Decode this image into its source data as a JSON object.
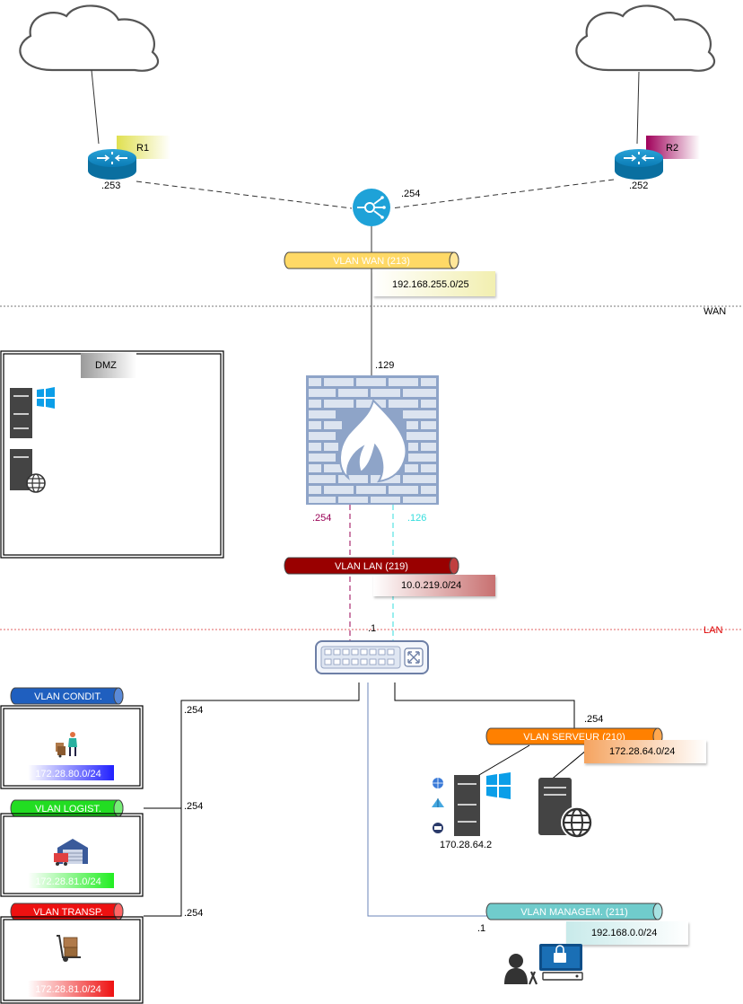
{
  "routers": {
    "r1": {
      "label": "R1",
      "ip": ".253",
      "tag_color": "#e8e86a"
    },
    "r2": {
      "label": "R2",
      "ip": ".252",
      "tag_color": "#a0005a"
    }
  },
  "hub": {
    "ip": ".254"
  },
  "vlan_wan": {
    "label": "VLAN WAN (213)",
    "subnet": "192.168.255.0/25",
    "color": "#ffd966"
  },
  "zones": {
    "wan_label": "WAN",
    "lan_label": "LAN"
  },
  "firewall": {
    "wan_ip": ".129",
    "lan_ip": ".254",
    "mgmt_ip": ".126"
  },
  "dmz": {
    "label": "DMZ"
  },
  "vlan_lan": {
    "label": "VLAN LAN (219)",
    "subnet": "10.0.219.0/24",
    "color": "#990000"
  },
  "switch": {
    "ip": ".1"
  },
  "vlans_left": [
    {
      "label": "VLAN CONDIT.",
      "subnet": "172.28.80.0/24",
      "gateway": ".254",
      "color": "#1f5fbf"
    },
    {
      "label": "VLAN LOGIST.",
      "subnet": "172.28.81.0/24",
      "gateway": ".254",
      "color": "#22dd22"
    },
    {
      "label": "VLAN TRANSP.",
      "subnet": "172.28.81.0/24",
      "gateway": ".254",
      "color": "#ee1111"
    }
  ],
  "vlan_serveur": {
    "label": "VLAN SERVEUR (210)",
    "subnet": "172.28.64.0/24",
    "gateway": ".254",
    "server_ip": "170.28.64.2",
    "color": "#ff8000"
  },
  "vlan_management": {
    "label": "VLAN MANAGEM. (211)",
    "subnet": "192.168.0.0/24",
    "gateway": ".1",
    "color": "#70cccc"
  }
}
